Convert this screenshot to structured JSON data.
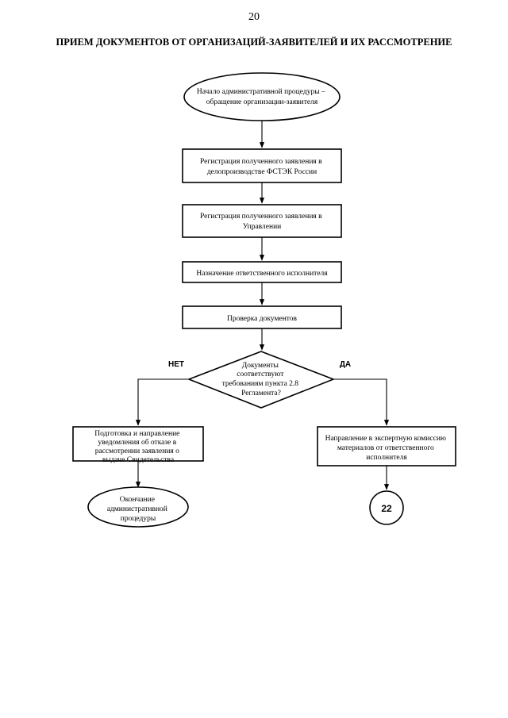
{
  "page_number": "20",
  "title": "ПРИЕМ ДОКУМЕНТОВ ОТ ОРГАНИЗАЦИЙ-ЗАЯВИТЕЛЕЙ И ИХ РАССМОТРЕНИЕ",
  "nodes": {
    "start": [
      "Начало административной процедуры –",
      "обращение организации-заявителя"
    ],
    "registration_fstek": [
      "Регистрация полученного заявления в",
      "делопроизводстве ФСТЭК России"
    ],
    "registration_department": [
      "Регистрация полученного заявления в",
      "Управлении"
    ],
    "assign_executor": [
      "Назначение ответственного исполнителя"
    ],
    "check_documents": [
      "Проверка документов"
    ],
    "decision": [
      "Документы",
      "соответствуют",
      "требованиям пункта 2.8",
      "Регламента?"
    ],
    "refusal": [
      "Подготовка и направление",
      "уведомления об отказе в",
      "рассмотрении заявления о",
      "выдаче Свидетельства"
    ],
    "expert_commission": [
      "Направление в экспертную комиссию",
      "материалов от ответственного",
      "исполнителя"
    ],
    "end": [
      "Окончание",
      "административной",
      "процедуры"
    ],
    "connector": "22"
  },
  "branches": {
    "no": "НЕТ",
    "yes": "ДА"
  }
}
